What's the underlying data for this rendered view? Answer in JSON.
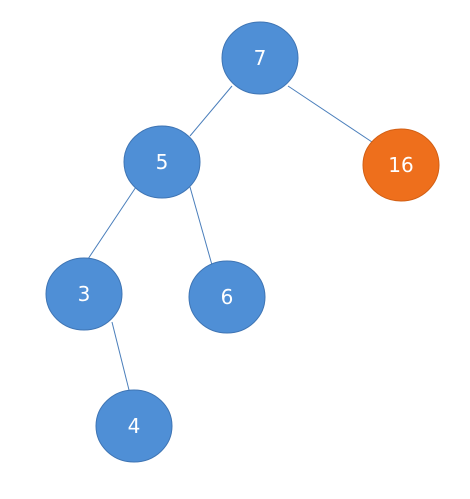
{
  "tree": {
    "nodes": [
      {
        "id": "n7",
        "label": "7",
        "fill": "#4f8fd6",
        "stroke": "#3f75b4"
      },
      {
        "id": "n5",
        "label": "5",
        "fill": "#4f8fd6",
        "stroke": "#3f75b4"
      },
      {
        "id": "n16",
        "label": "16",
        "fill": "#ee6f1c",
        "stroke": "#d25f14"
      },
      {
        "id": "n3",
        "label": "3",
        "fill": "#4f8fd6",
        "stroke": "#3f75b4"
      },
      {
        "id": "n6",
        "label": "6",
        "fill": "#4f8fd6",
        "stroke": "#3f75b4"
      },
      {
        "id": "n4",
        "label": "4",
        "fill": "#4f8fd6",
        "stroke": "#3f75b4"
      }
    ],
    "edges": [
      {
        "from": "n7",
        "to": "n5"
      },
      {
        "from": "n7",
        "to": "n16"
      },
      {
        "from": "n5",
        "to": "n3"
      },
      {
        "from": "n5",
        "to": "n6"
      },
      {
        "from": "n3",
        "to": "n4"
      }
    ]
  }
}
